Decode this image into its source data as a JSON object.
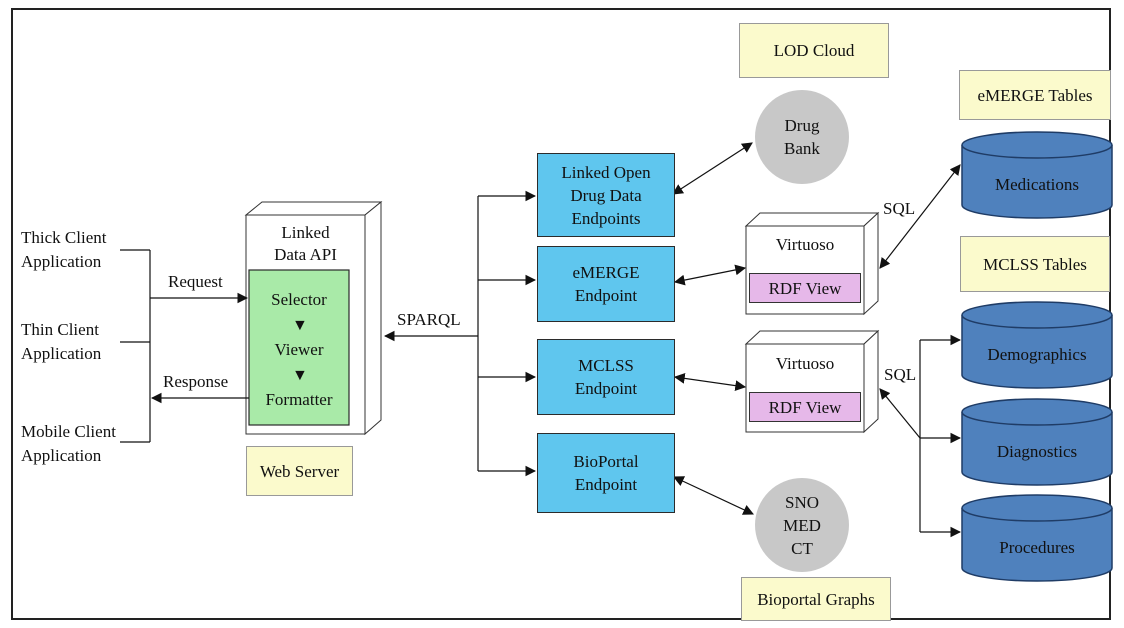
{
  "clients": [
    {
      "label": "Thick Client\nApplication"
    },
    {
      "label": "Thin Client\nApplication"
    },
    {
      "label": "Mobile Client\nApplication"
    }
  ],
  "edge_labels": {
    "request": "Request",
    "response": "Response",
    "sparql": "SPARQL",
    "sql_top": "SQL",
    "sql_bottom": "SQL"
  },
  "api": {
    "title": "Linked\nData API",
    "selector": "Selector",
    "viewer": "Viewer",
    "formatter": "Formatter",
    "server": "Web Server"
  },
  "endpoints": [
    {
      "label": "Linked Open\nDrug Data\nEndpoints"
    },
    {
      "label": "eMERGE\nEndpoint"
    },
    {
      "label": "MCLSS\nEndpoint"
    },
    {
      "label": "BioPortal\nEndpoint"
    }
  ],
  "virtuoso": [
    {
      "title": "Virtuoso",
      "view": "RDF View"
    },
    {
      "title": "Virtuoso",
      "view": "RDF View"
    }
  ],
  "graphs": {
    "lod_cloud": "LOD Cloud",
    "drug_bank": "Drug\nBank",
    "snomed": "SNO\nMED\nCT",
    "bioportal_graphs": "Bioportal Graphs"
  },
  "tables": {
    "emerge_title": "eMERGE Tables",
    "mclss_title": "MCLSS Tables",
    "medications": "Medications",
    "demographics": "Demographics",
    "diagnostics": "Diagnostics",
    "procedures": "Procedures"
  },
  "colors": {
    "endpoint_fill": "#5fc6ee",
    "api_fill": "#a9eaa8",
    "rdf_view_fill": "#e6b8e9",
    "note_fill": "#fbfacc",
    "graph_fill": "#c8c8c8",
    "db_fill": "#4f81bd"
  }
}
